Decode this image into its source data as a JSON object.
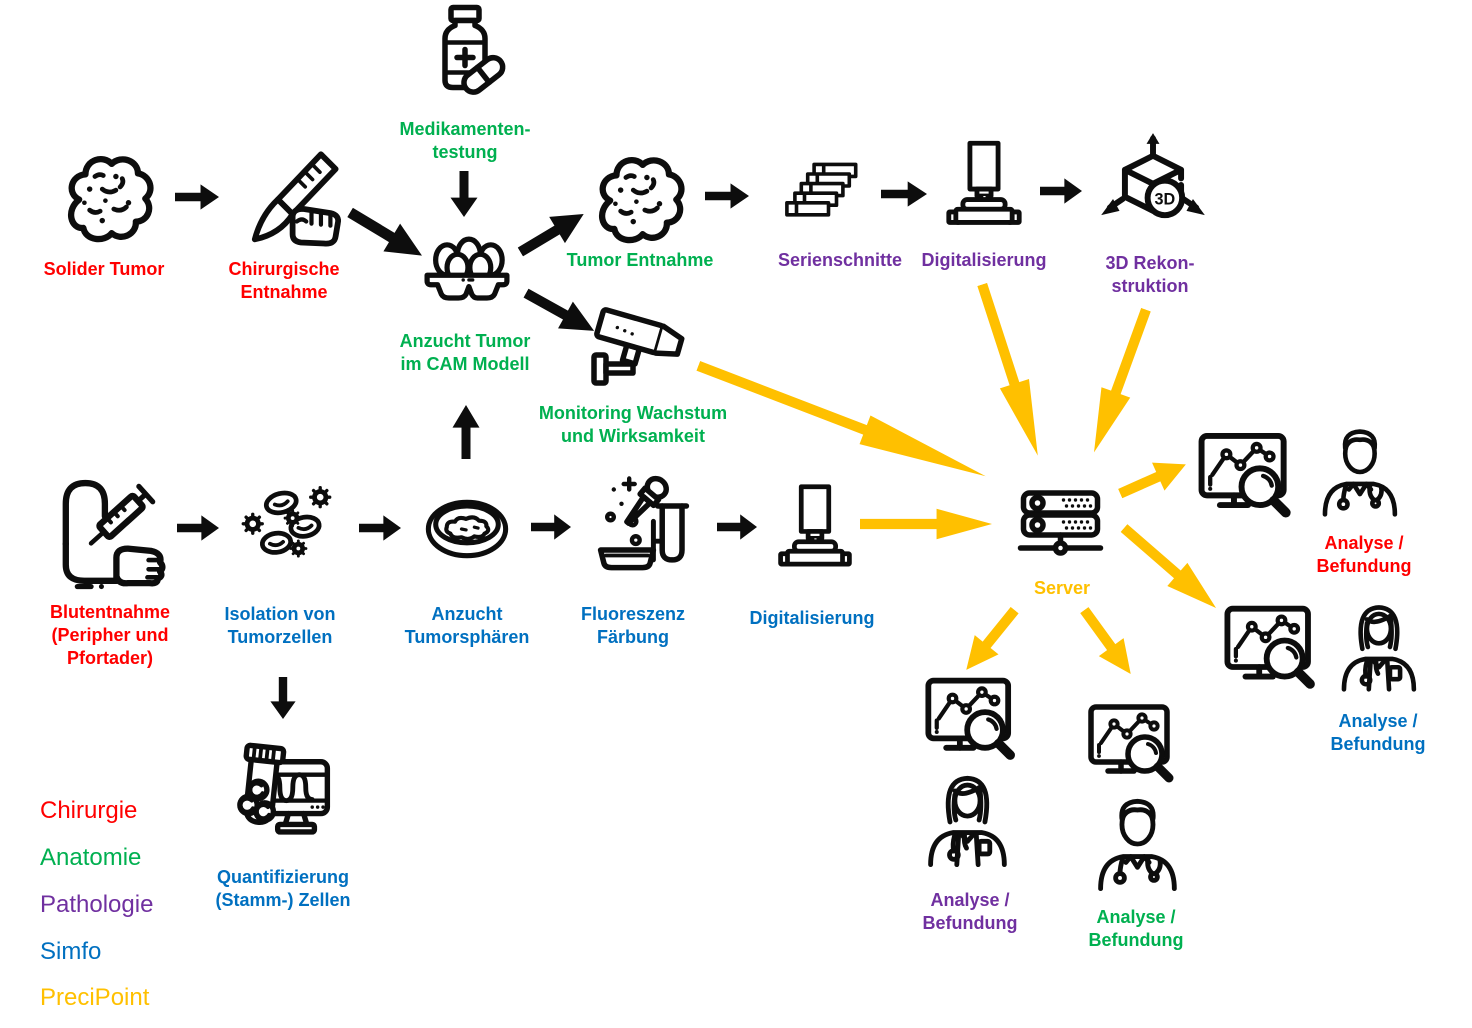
{
  "palette": {
    "chirurgie_red": "#FF0000",
    "anatomie_green": "#00B050",
    "pathologie_purple": "#7030A0",
    "simfo_blue": "#0070C0",
    "precipoint_yellow": "#FFC000",
    "icon_black": "#0d0d0d"
  },
  "nodes": {
    "solider_tumor": {
      "label": "Solider Tumor",
      "icon": "tumor-icon"
    },
    "chirurgische_entnahme": {
      "label": "Chirurgische\nEntnahme",
      "icon": "scalpel-hand-icon"
    },
    "medikamententestung": {
      "label": "Medikamenten-\ntestung",
      "icon": "medicine-bottle-icon"
    },
    "anzucht_cam": {
      "label": "Anzucht Tumor\nim CAM Modell",
      "icon": "egg-carton-icon"
    },
    "tumor_entnahme": {
      "label": "Tumor Entnahme",
      "icon": "tumor-icon"
    },
    "serienschnitte": {
      "label": "Serienschnitte",
      "icon": "serial-sections-icon"
    },
    "digitalisierung_pathologie": {
      "label": "Digitalisierung",
      "icon": "slide-scanner-icon"
    },
    "rekonstruktion_3d": {
      "label": "3D Rekon-\nstruktion",
      "icon": "cube-3d-icon"
    },
    "monitoring": {
      "label": "Monitoring Wachstum\nund Wirksamkeit",
      "icon": "surveillance-camera-icon"
    },
    "blutentnahme": {
      "label": "Blutentnahme\n(Peripher und\nPfortader)",
      "icon": "blood-draw-icon"
    },
    "isolation": {
      "label": "Isolation von\nTumorzellen",
      "icon": "cells-icon"
    },
    "anzucht_tumorsphaeren": {
      "label": "Anzucht\nTumorsphären",
      "icon": "petri-dish-icon"
    },
    "fluoreszenz": {
      "label": "Fluoreszenz\nFärbung",
      "icon": "dropper-testtube-icon"
    },
    "digitalisierung_simfo": {
      "label": "Digitalisierung",
      "icon": "slide-scanner-icon"
    },
    "quantifizierung": {
      "label": "Quantifizierung\n(Stamm-) Zellen",
      "icon": "tube-monitor-icon"
    },
    "server": {
      "label": "Server",
      "icon": "server-icon"
    },
    "analyse_chirurgie": {
      "label": "Analyse /\nBefundung",
      "icons": [
        "monitor-magnifier-icon",
        "doctor-male-icon"
      ]
    },
    "analyse_simfo": {
      "label": "Analyse /\nBefundung",
      "icons": [
        "monitor-magnifier-icon",
        "doctor-female-icon"
      ]
    },
    "analyse_pathologie": {
      "label": "Analyse /\nBefundung",
      "icons": [
        "monitor-magnifier-icon",
        "doctor-female-icon"
      ]
    },
    "analyse_anatomie": {
      "label": "Analyse /\nBefundung",
      "icons": [
        "monitor-magnifier-icon",
        "doctor-male-icon"
      ]
    }
  },
  "legend": {
    "items": [
      {
        "label": "Chirurgie",
        "color": "#FF0000"
      },
      {
        "label": "Anatomie",
        "color": "#00B050"
      },
      {
        "label": "Pathologie",
        "color": "#7030A0"
      },
      {
        "label": "Simfo",
        "color": "#0070C0"
      },
      {
        "label": "PreciPoint",
        "color": "#FFC000"
      }
    ]
  },
  "cube_badge_text": "3D"
}
